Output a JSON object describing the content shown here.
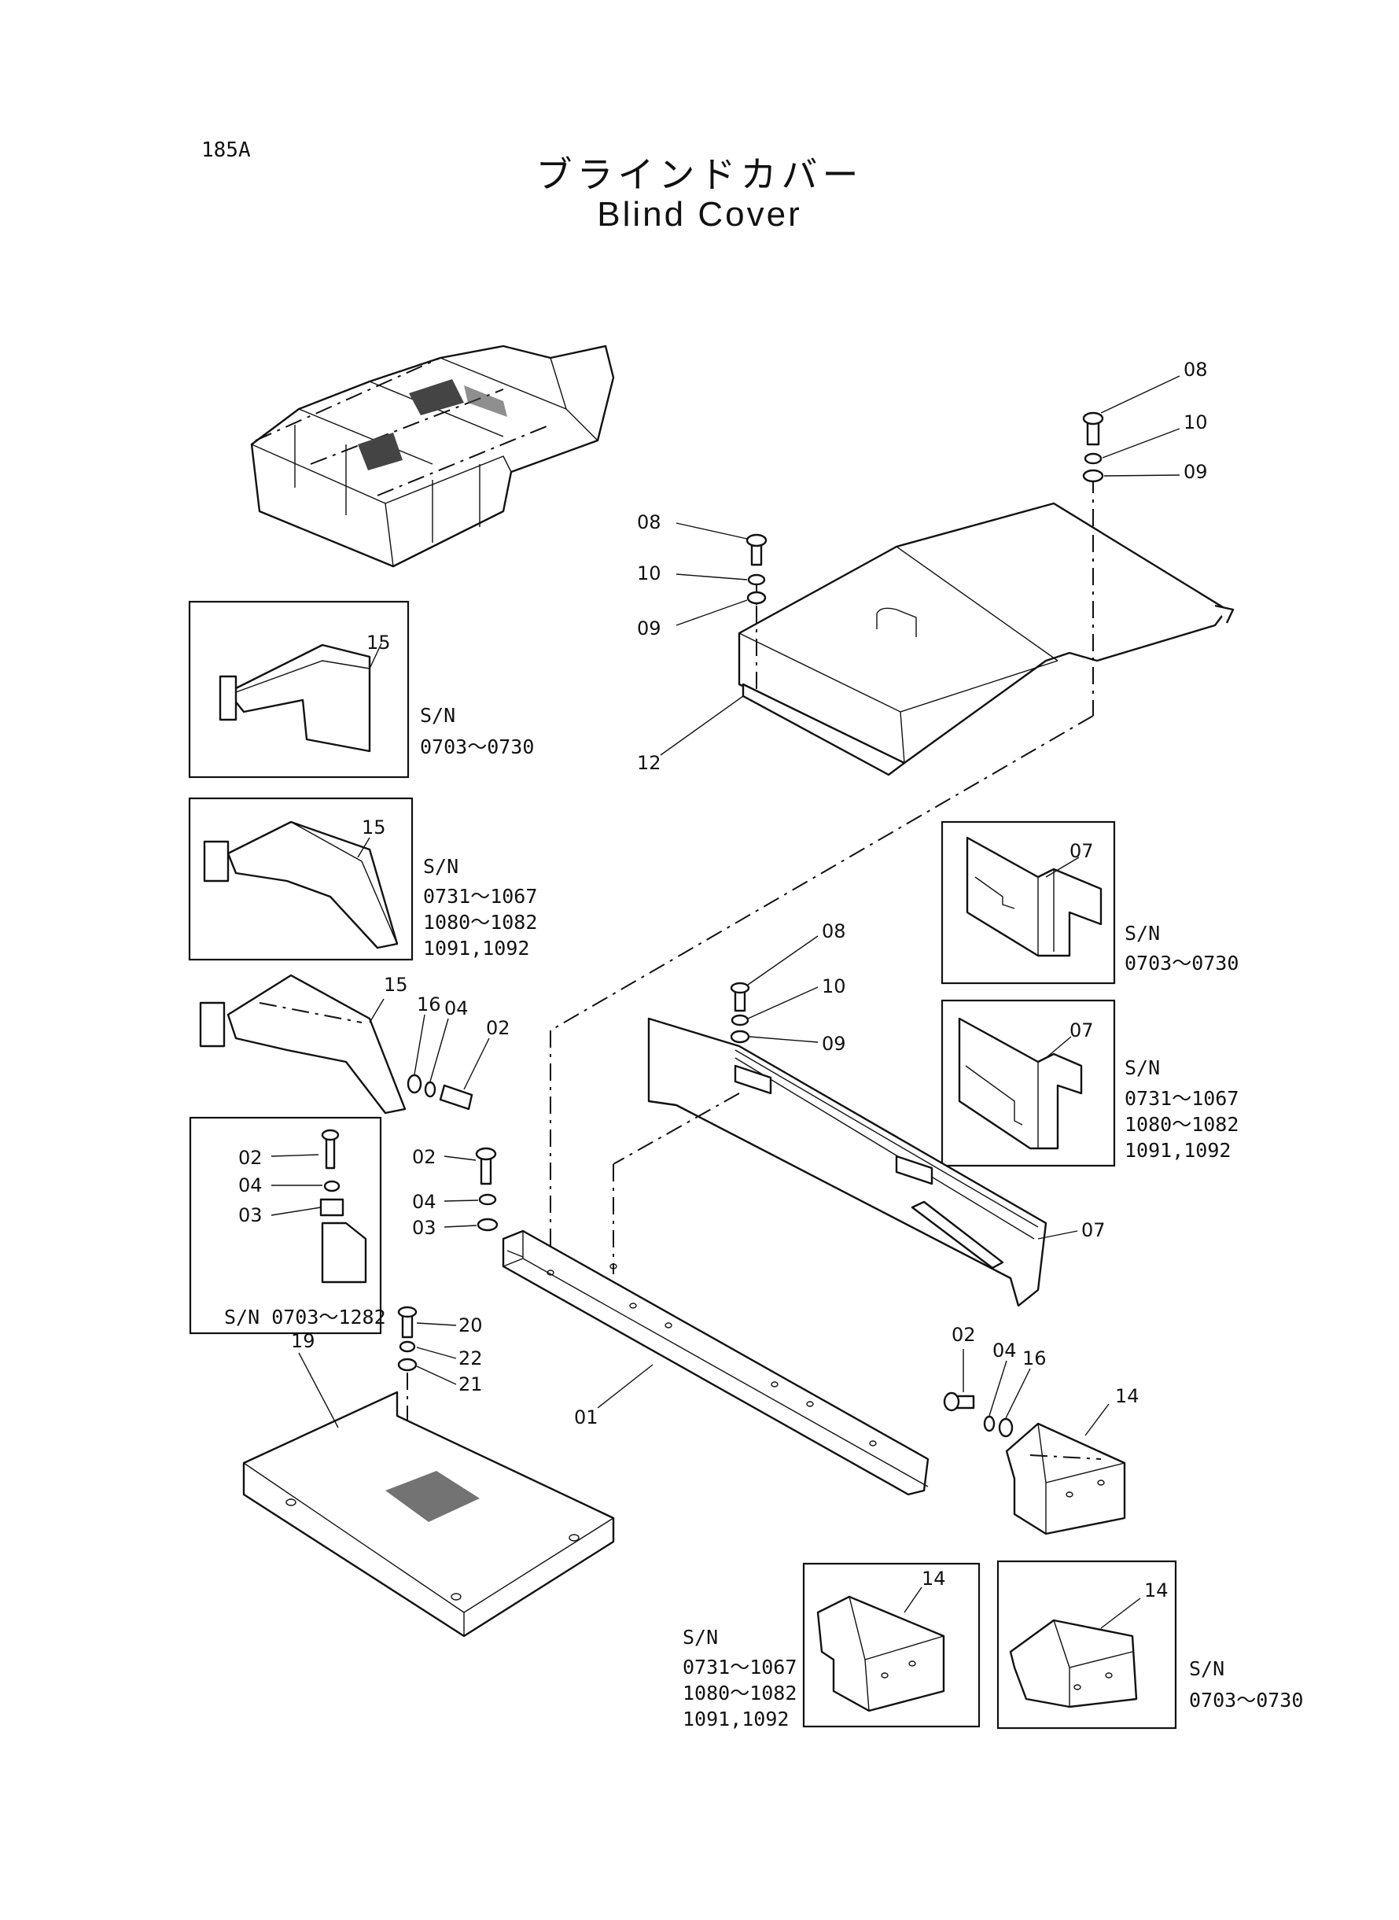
{
  "header": {
    "page_code": "185A",
    "title_jp": "ブラインドカバー",
    "title_en": "Blind Cover"
  },
  "callouts": {
    "c08a": "08",
    "c10a": "10",
    "c09a": "09",
    "c08b": "08",
    "c10b": "10",
    "c09b": "09",
    "c12": "12",
    "c15a": "15",
    "c15b": "15",
    "c15c": "15",
    "c16a": "16",
    "c04a": "04",
    "c02a": "02",
    "c02b": "02",
    "c04b": "04",
    "c03b": "03",
    "c02c": "02",
    "c04c": "04",
    "c03c": "03",
    "c20": "20",
    "c22": "22",
    "c21": "21",
    "c19": "19",
    "c08c": "08",
    "c10c": "10",
    "c09c": "09",
    "c07a": "07",
    "c07b": "07",
    "c07c": "07",
    "c01": "01",
    "c02d": "02",
    "c04d": "04",
    "c16d": "16",
    "c14a": "14",
    "c14b": "14",
    "c14c": "14"
  },
  "serial_notes": {
    "box15a": [
      "S/N",
      "0703～0730"
    ],
    "box15b": [
      "S/N",
      "0731～1067",
      "1080～1082",
      "1091,1092"
    ],
    "box02": [
      "S/N  0703～1282"
    ],
    "box07a": [
      "S/N",
      "0703～0730"
    ],
    "box07b": [
      "S/N",
      "0731～1067",
      "1080～1082",
      "1091,1092"
    ],
    "box14a": [
      "S/N",
      "0731～1067",
      "1080～1082",
      "1091,1092"
    ],
    "box14b": [
      "S/N",
      "0703～0730"
    ]
  }
}
